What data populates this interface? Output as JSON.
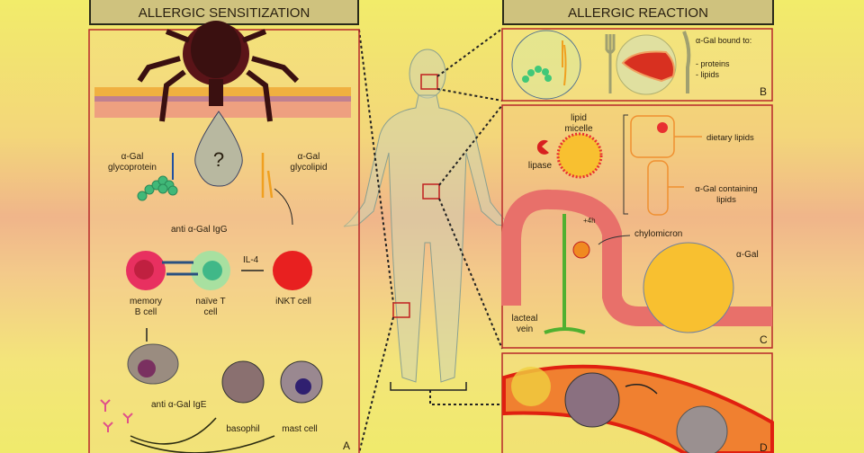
{
  "headers": {
    "left": "ALLERGIC SENSITIZATION",
    "right": "ALLERGIC REACTION"
  },
  "panel_a": {
    "letter": "A",
    "question_mark": "?",
    "glycoprotein": [
      "α-Gal",
      "glycoprotein"
    ],
    "glycolipid": [
      "α-Gal",
      "glycolipid"
    ],
    "igg": "anti α-Gal IgG",
    "il4": "IL-4",
    "memory_b": [
      "memory",
      "B cell"
    ],
    "naive_t": [
      "naïve T",
      "cell"
    ],
    "inkt": "iNKT cell",
    "ige": "anti α-Gal IgE",
    "basophil": "basophil",
    "mast": "mast cell"
  },
  "panel_b": {
    "letter": "B",
    "title": "α-Gal bound to:",
    "items": [
      "- proteins",
      "- lipids"
    ]
  },
  "panel_c": {
    "letter": "C",
    "micelle": [
      "lipid",
      "micelle"
    ],
    "lipase": "lipase",
    "dietary": "dietary lipids",
    "agal_lipids": [
      "α-Gal containing",
      "lipids"
    ],
    "time": "+4h",
    "chylomicron": "chylomicron",
    "agal": "α-Gal",
    "lacteal": [
      "lacteal",
      "vein"
    ]
  },
  "panel_d": {
    "letter": "D"
  },
  "colors": {
    "frame": "#b8282a",
    "header_bg": "#cfc27e",
    "ige": "#e0508a"
  }
}
